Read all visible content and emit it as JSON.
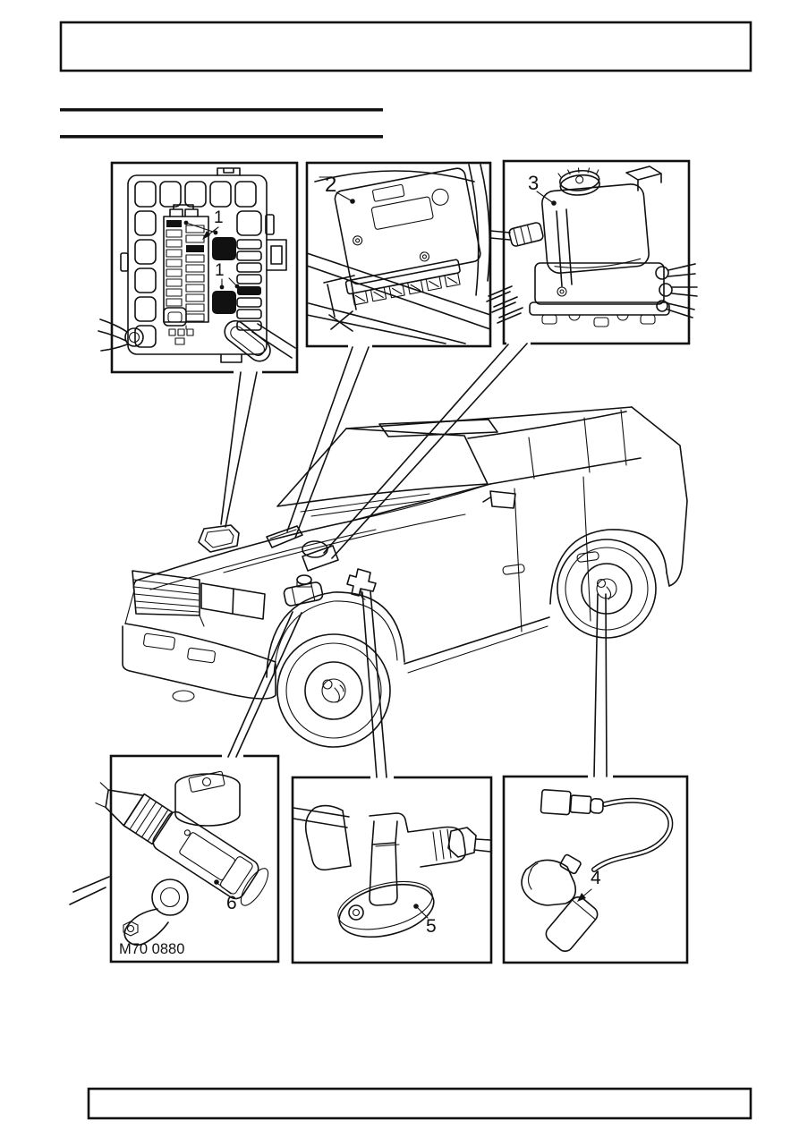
{
  "figure": {
    "figure_number": "M70 0880",
    "callout_labels": {
      "fuse_upper": "1",
      "fuse_lower": "1",
      "ecu": "2",
      "modulator": "3",
      "wheel_sensor": "4",
      "pressure_switch": "5",
      "solenoid": "6"
    }
  },
  "colors": {
    "ink": "#111111",
    "paper": "#ffffff"
  }
}
